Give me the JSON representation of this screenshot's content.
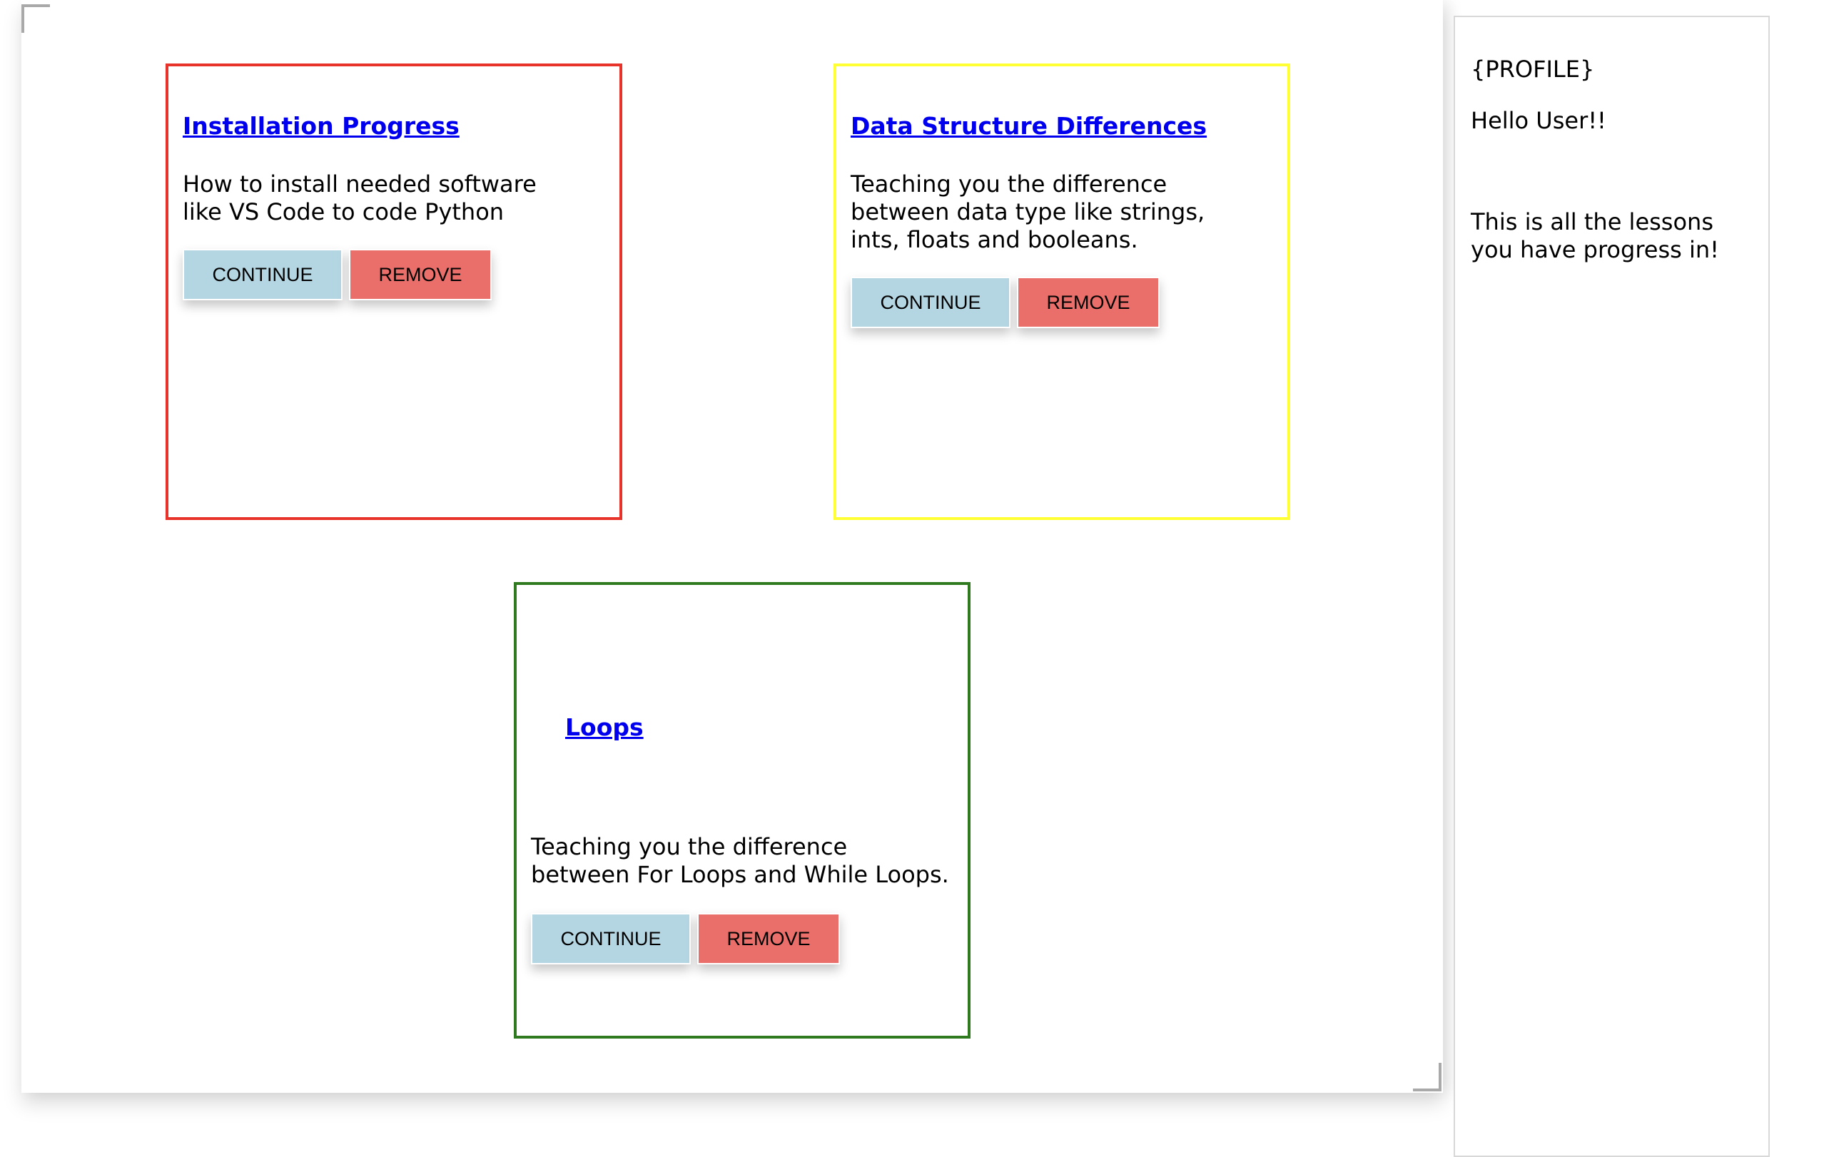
{
  "colors": {
    "card_installation_border": "#e8332b",
    "card_data_structure_border": "#ffff33",
    "card_loops_border": "#2f7a1f",
    "continue_button_bg": "#b4d6e3",
    "remove_button_bg": "#ea6f6a",
    "link_color": "#0000ee"
  },
  "cards": [
    {
      "title": "Installation Progress",
      "desc_lines": [
        "How to install needed software",
        "like VS Code to code Python"
      ],
      "continue_label": "CONTINUE",
      "remove_label": "REMOVE"
    },
    {
      "title": "Data Structure Differences",
      "desc_lines": [
        "Teaching you the difference",
        "between data type like strings,",
        "ints, floats and booleans."
      ],
      "continue_label": "CONTINUE",
      "remove_label": "REMOVE"
    },
    {
      "title": "Loops",
      "desc_lines": [
        "Teaching you the difference",
        "between For Loops and While Loops."
      ],
      "continue_label": "CONTINUE",
      "remove_label": "REMOVE"
    }
  ],
  "profile": {
    "heading": "{PROFILE}",
    "greeting": "Hello User!!",
    "message_lines": [
      "This is all the lessons",
      "you have progress in!"
    ]
  }
}
